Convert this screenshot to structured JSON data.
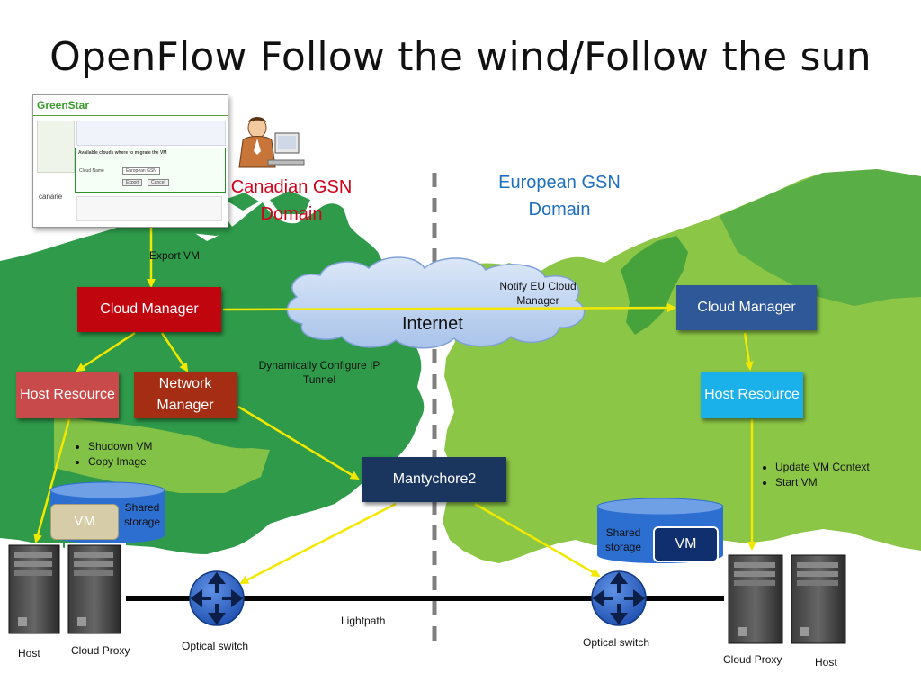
{
  "title": "OpenFlow  Follow the wind/Follow the sun",
  "domains": {
    "canadian": "Canadian GSN Domain",
    "european": "European GSN Domain"
  },
  "colors": {
    "land": "#2e9a4a",
    "land_light": "#8cc646",
    "cloud_manager_red": "#c0050f",
    "host_resource_red": "#c94a4a",
    "network_manager": "#a52d14",
    "navy_box": "#1a355e",
    "steel_box": "#2f5898",
    "host_resource_blue": "#1ab0ea",
    "arrow_yellow": "#f2e800",
    "storage_blue": "#2c6fd1",
    "switch_blue": "#2c66cf",
    "canadian_text": "#d0021b",
    "european_text": "#1f6fbf"
  },
  "boxes": {
    "ca_cloud_manager": "Cloud Manager",
    "ca_host_resource": "Host Resource",
    "ca_network_manager": "Network Manager",
    "mantychore": "Mantychore2",
    "eu_cloud_manager": "Cloud Manager",
    "eu_host_resource": "Host Resource"
  },
  "labels": {
    "export_vm": "Export VM",
    "notify": "Notify EU Cloud Manager",
    "internet": "Internet",
    "dynamic": "Dynamically Configure IP Tunnel",
    "lightpath": "Lightpath",
    "optical_left": "Optical switch",
    "optical_right": "Optical switch",
    "host_left": "Host",
    "cloud_proxy_left": "Cloud Proxy",
    "cloud_proxy_right": "Cloud Proxy",
    "host_right": "Host"
  },
  "bullets_left": [
    "Shudown VM",
    "Copy Image"
  ],
  "bullets_right": [
    "Update VM Context",
    "Start VM"
  ],
  "storage": {
    "left_label": "Shared storage",
    "left_vm": "VM",
    "right_label": "Shared storage",
    "right_vm": "VM"
  },
  "screenshot": {
    "logo": "GreenStar",
    "dialog_title": "Available clouds where to migrate the VM",
    "dialog_field": "Cloud Name",
    "dialog_value": "European GSN",
    "dialog_export": "Export",
    "dialog_cancel": "Cancel",
    "canarie": "canarie"
  },
  "icons": [
    "person-at-computer-icon",
    "server-tower-icon",
    "optical-switch-icon"
  ]
}
